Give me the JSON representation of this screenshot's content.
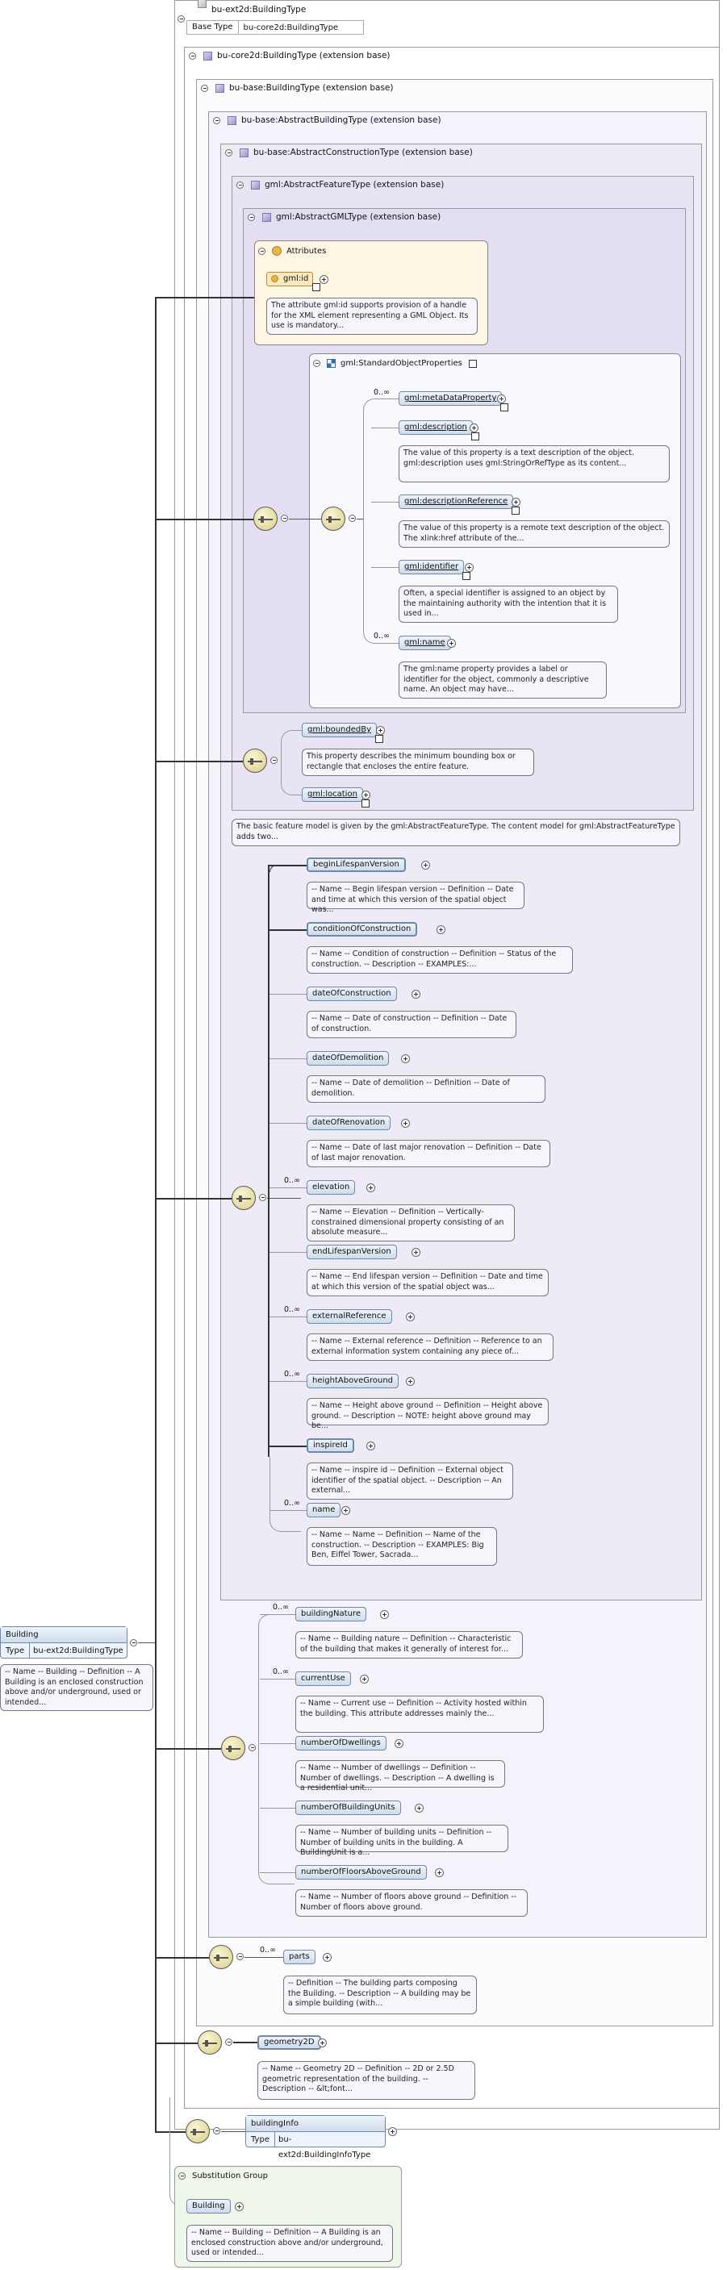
{
  "root": {
    "title": "bu-ext2d:BuildingType",
    "base_type_label": "Base Type",
    "base_type_value": "bu-core2d:BuildingType"
  },
  "ext_boxes": {
    "core2d": "bu-core2d:BuildingType (extension base)",
    "base_building": "bu-base:BuildingType (extension base)",
    "abstract_building": "bu-base:AbstractBuildingType (extension base)",
    "abstract_construction": "bu-base:AbstractConstructionType (extension base)",
    "abstract_feature": "gml:AbstractFeatureType (extension base)",
    "abstract_gml": "gml:AbstractGMLType (extension base)"
  },
  "attributes": {
    "title": "Attributes",
    "id_label": "gml:id",
    "id_doc": "The attribute gml:id supports provision of a handle for the XML element representing a GML Object. Its use is mandatory..."
  },
  "standard_props": {
    "group_title": "gml:StandardObjectProperties",
    "items": [
      {
        "name": "gml:metaDataProperty",
        "card": "0..∞",
        "doc": ""
      },
      {
        "name": "gml:description",
        "card": "",
        "doc": "The value of this property is a text description of the object. gml:description uses gml:StringOrRefType as its content..."
      },
      {
        "name": "gml:descriptionReference",
        "card": "",
        "doc": "The value of this property is a remote text description of the object. The xlink:href attribute of the..."
      },
      {
        "name": "gml:identifier",
        "card": "",
        "doc": "Often, a special identifier is assigned to an object by the maintaining authority with the intention that it is used in..."
      },
      {
        "name": "gml:name",
        "card": "0..∞",
        "doc": "The gml:name property provides a label or identifier for the object, commonly a descriptive name. An object may have..."
      }
    ]
  },
  "feature_props": {
    "bounded_by": "gml:boundedBy",
    "bounded_by_doc": "This property describes the minimum bounding box or rectangle that encloses the entire feature.",
    "location": "gml:location",
    "abstract_feature_doc": "The basic feature model is given by the gml:AbstractFeatureType. The content model for gml:AbstractFeatureType adds two..."
  },
  "construction_props": [
    {
      "name": "beginLifespanVersion",
      "card": "",
      "doc": "-- Name -- Begin lifespan version -- Definition -- Date and time at which this version of the spatial object was..."
    },
    {
      "name": "conditionOfConstruction",
      "card": "",
      "doc": "-- Name -- Condition of construction -- Definition -- Status of the construction. -- Description -- EXAMPLES:..."
    },
    {
      "name": "dateOfConstruction",
      "card": "",
      "doc": "-- Name -- Date of construction -- Definition -- Date of construction."
    },
    {
      "name": "dateOfDemolition",
      "card": "",
      "doc": "-- Name -- Date of demolition -- Definition -- Date of demolition."
    },
    {
      "name": "dateOfRenovation",
      "card": "",
      "doc": "-- Name -- Date of last major renovation -- Definition -- Date of last major renovation."
    },
    {
      "name": "elevation",
      "card": "0..∞",
      "doc": "-- Name -- Elevation -- Definition -- Vertically-constrained dimensional property consisting of an absolute measure..."
    },
    {
      "name": "endLifespanVersion",
      "card": "",
      "doc": "-- Name -- End lifespan version -- Definition -- Date and time at which this version of the spatial object was..."
    },
    {
      "name": "externalReference",
      "card": "0..∞",
      "doc": "-- Name -- External reference -- Definition -- Reference to an external information system containing any piece of..."
    },
    {
      "name": "heightAboveGround",
      "card": "0..∞",
      "doc": "-- Name -- Height above ground -- Definition -- Height above ground. -- Description -- NOTE: height above ground may be..."
    },
    {
      "name": "inspireId",
      "card": "",
      "doc": "-- Name -- inspire id -- Definition -- External object identifier of the spatial object. -- Description -- An external..."
    },
    {
      "name": "name",
      "card": "0..∞",
      "doc": "-- Name -- Name -- Definition -- Name of the construction. -- Description -- EXAMPLES: Big Ben, Eiffel Tower, Sacrada..."
    }
  ],
  "building_props": [
    {
      "name": "buildingNature",
      "card": "0..∞",
      "doc": "-- Name -- Building nature -- Definition -- Characteristic of the building that makes it generally of interest for..."
    },
    {
      "name": "currentUse",
      "card": "0..∞",
      "doc": "-- Name -- Current use -- Definition -- Activity hosted within the building. This attribute addresses mainly the..."
    },
    {
      "name": "numberOfDwellings",
      "card": "",
      "doc": "-- Name -- Number of dwellings -- Definition -- Number of dwellings. -- Description -- A dwelling is a residential unit..."
    },
    {
      "name": "numberOfBuildingUnits",
      "card": "",
      "doc": "-- Name -- Number of building units -- Definition -- Number of building units in the building. A BuildingUnit is a..."
    },
    {
      "name": "numberOfFloorsAboveGround",
      "card": "",
      "doc": "-- Name -- Number of floors above ground -- Definition -- Number of floors above ground."
    }
  ],
  "parts": {
    "name": "parts",
    "card": "0..∞",
    "doc": "-- Definition -- The building parts composing the Building. -- Description -- A building may be a simple building (with..."
  },
  "geometry": {
    "name": "geometry2D",
    "doc": "-- Name -- Geometry 2D -- Definition -- 2D or 2.5D geometric representation of the building. -- Description -- &lt;font..."
  },
  "building_info": {
    "name": "buildingInfo",
    "type_label": "Type",
    "type_value": "bu-ext2d:BuildingInfoType"
  },
  "building_root": {
    "name": "Building",
    "type_label": "Type",
    "type_value": "bu-ext2d:BuildingType",
    "doc": "-- Name -- Building -- Definition -- A Building is an enclosed construction above and/or underground, used or intended..."
  },
  "substitution": {
    "title": "Substitution Group",
    "element": "Building",
    "doc": "-- Name -- Building -- Definition -- A Building is an enclosed construction above and/or underground, used or intended..."
  }
}
